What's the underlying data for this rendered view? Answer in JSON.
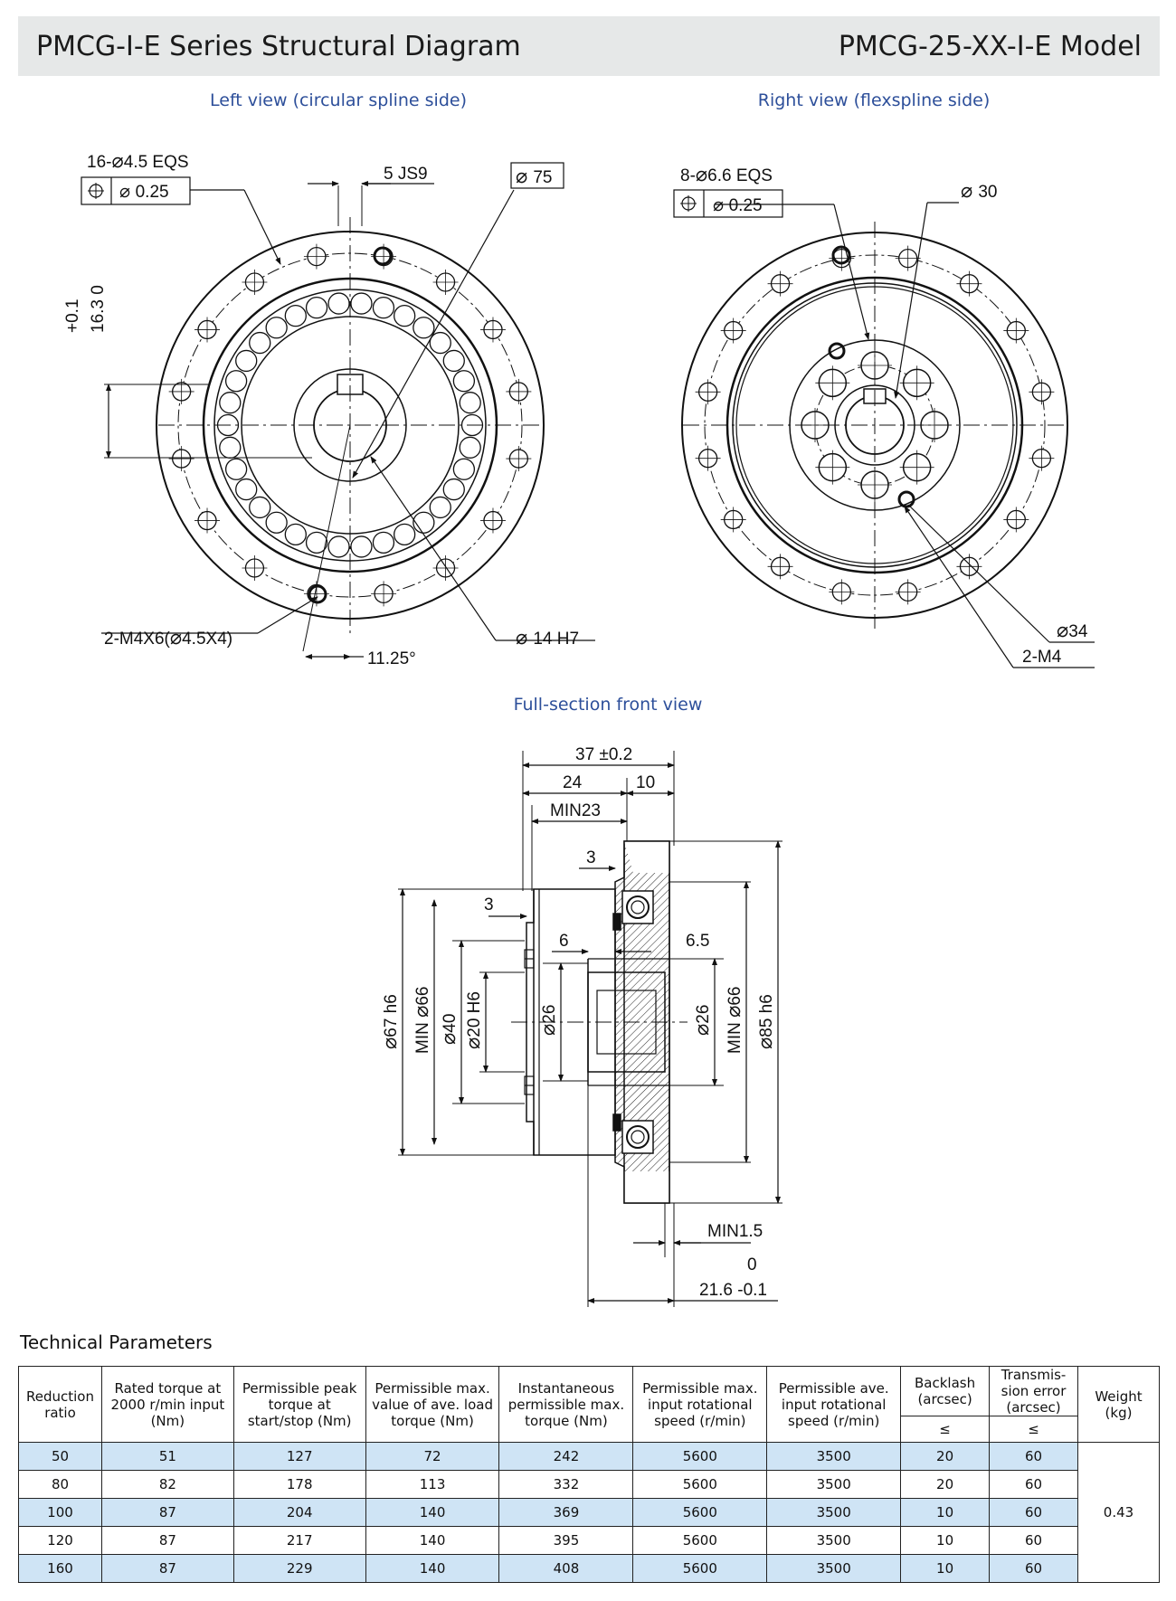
{
  "header": {
    "title": "PMCG-I-E Series Structural Diagram",
    "model": "PMCG-25-XX-I-E Model"
  },
  "views": {
    "left": "Left view (circular spline side)",
    "right": "Right view (flexspline side)",
    "front": "Full-section front view"
  },
  "left_view": {
    "holes_count": "16-",
    "holes_dia": "4.5 EQS",
    "tolerance": "0.25",
    "keyway": "5 JS9",
    "outer_dia": "75",
    "key_height_tol": "+0.1",
    "key_height_zero": "0",
    "key_height": "16.3",
    "tapped_holes": "2-M4X6(",
    "tapped_holes_dia": "4.5X4)",
    "bore": "14 H7",
    "angle": "11.25°"
  },
  "right_view": {
    "holes_count": "8-",
    "holes_dia": "6.6 EQS",
    "tolerance": "0.25",
    "inner_dia": "30",
    "pcd": "34",
    "tapped": "2-M4"
  },
  "front_view": {
    "total_length": "37 ±0.2",
    "len_24": "24",
    "len_10": "10",
    "min23": "MIN23",
    "dim_3a": "3",
    "dim_3b": "3",
    "dim_6": "6",
    "dim_6_5": "6.5",
    "d67": "67 h6",
    "min66_left": "MIN",
    "min66_left_val": "66",
    "d40": "40",
    "d20": "20 H6",
    "d26a": "26",
    "d26b": "26",
    "min66_right": "MIN",
    "min66_right_val": "66",
    "d85": "85 h6",
    "min1_5": "MIN1.5",
    "tol_zero": "0",
    "dim_21_6": "21.6 -0.1"
  },
  "params": {
    "title": "Technical Parameters",
    "headers": [
      "Reduction ratio",
      "Rated torque at 2000 r/min input (Nm)",
      "Permissible peak torque at start/stop (Nm)",
      "Permissible max. value of ave. load torque (Nm)",
      "Instantaneous permissible max. torque (Nm)",
      "Permissible max. input rotational speed (r/min)",
      "Permissible ave. input rotational speed (r/min)",
      "Backlash (arcsec)",
      "Transmis-sion error (arcsec)",
      "Weight (kg)"
    ],
    "le_symbol": "≤",
    "rows": [
      [
        "50",
        "51",
        "127",
        "72",
        "242",
        "5600",
        "3500",
        "20",
        "60"
      ],
      [
        "80",
        "82",
        "178",
        "113",
        "332",
        "5600",
        "3500",
        "20",
        "60"
      ],
      [
        "100",
        "87",
        "204",
        "140",
        "369",
        "5600",
        "3500",
        "10",
        "60"
      ],
      [
        "120",
        "87",
        "217",
        "140",
        "395",
        "5600",
        "3500",
        "10",
        "60"
      ],
      [
        "160",
        "87",
        "229",
        "140",
        "408",
        "5600",
        "3500",
        "10",
        "60"
      ]
    ],
    "weight": "0.43"
  }
}
